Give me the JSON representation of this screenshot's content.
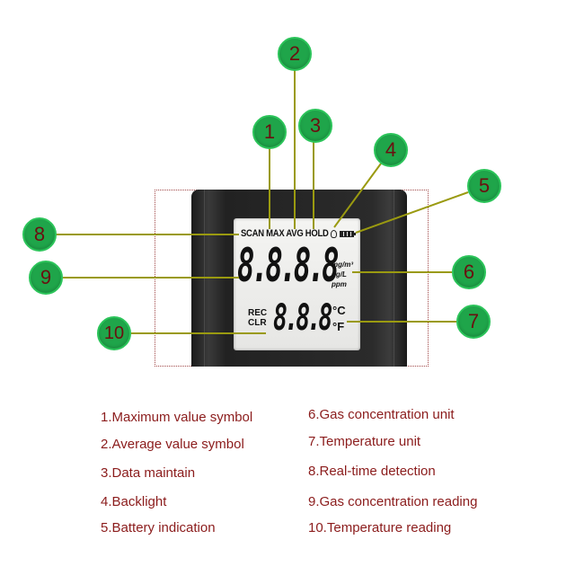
{
  "lcd": {
    "mode_symbols": "SCAN MAX AVG HOLD",
    "gas_reading": "8.8.8.8",
    "gas_units": [
      "mg/m³",
      "ug/L",
      "ppm"
    ],
    "rec": "REC",
    "clr": "CLR",
    "temp_reading": "8.8.8",
    "temp_units": [
      "°C",
      "°F"
    ]
  },
  "icons": {
    "backlight": "bulb-icon",
    "battery": "battery-icon"
  },
  "callouts": [
    "1",
    "2",
    "3",
    "4",
    "5",
    "6",
    "7",
    "8",
    "9",
    "10"
  ],
  "legend": [
    "1.Maximum value symbol",
    "2.Average value symbol",
    "3.Data maintain",
    "4.Backlight",
    "5.Battery indication",
    "6.Gas concentration unit",
    "7.Temperature unit",
    "8.Real-time detection",
    "9.Gas concentration reading",
    "10.Temperature reading"
  ],
  "colors": {
    "bubble_fill": "#1fa54a",
    "bubble_number": "#6a1010",
    "leader_line": "#9a9a10",
    "legend_text": "#8b1c1c",
    "frame_border": "#a04848"
  }
}
